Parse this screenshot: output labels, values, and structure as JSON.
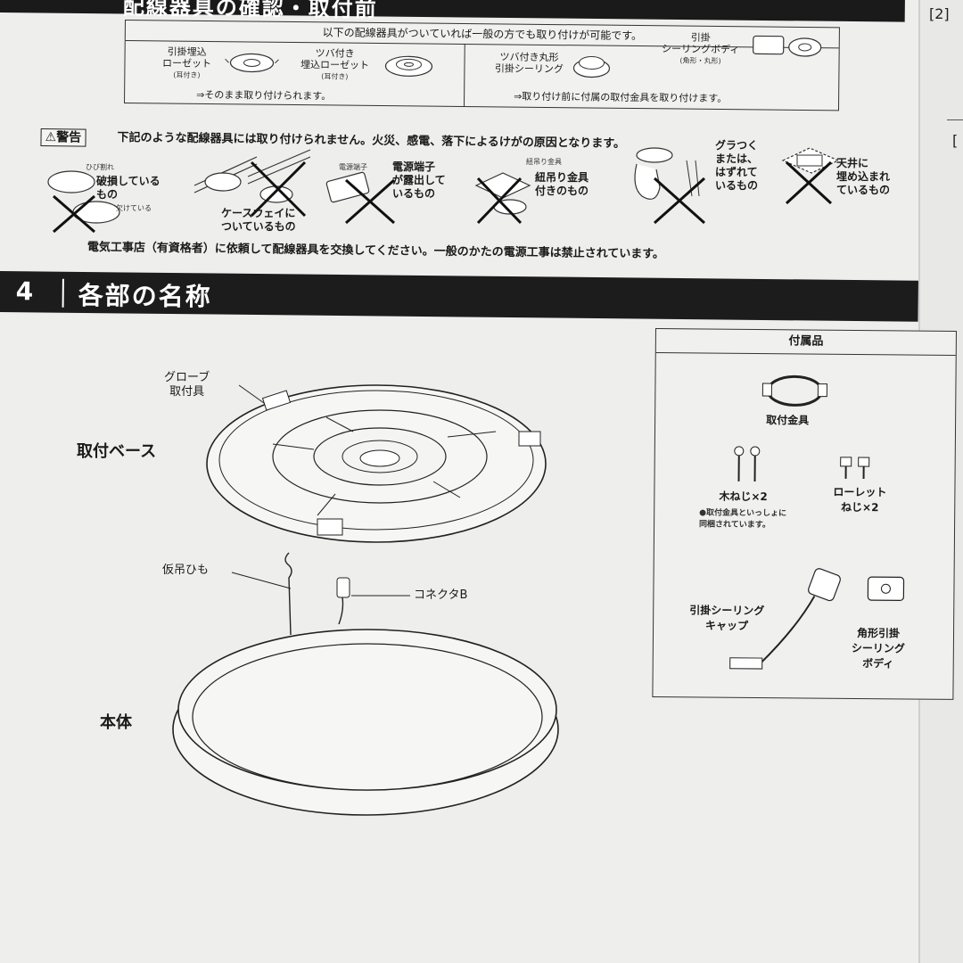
{
  "section3": {
    "title_partial": "配線器具の確認・取付前"
  },
  "ok_box": {
    "heading": "以下の配線器具がついていれば一般の方でも取り付けが可能です。",
    "items_left": [
      {
        "label1": "引掛埋込",
        "label2": "ローゼット",
        "note": "(耳付き)"
      },
      {
        "label1": "ツバ付き",
        "label2": "埋込ローゼット",
        "note": "(耳付き)"
      }
    ],
    "left_footer": "⇒そのまま取り付けられます。",
    "items_right": [
      {
        "label1": "ツバ付き丸形",
        "label2": "引掛シーリング",
        "note": ""
      },
      {
        "label1": "引掛",
        "label2": "シーリングボディ",
        "note": "(角形・丸形)"
      }
    ],
    "right_footer": "⇒取り付け前に付属の取付金具を取り付けます。"
  },
  "warning": {
    "badge": "警告",
    "text": "下記のような配線器具には取り付けられません。火災、感電、落下によるけがの原因となります。",
    "cases": [
      {
        "caption": "破損している\nもの",
        "tag1": "ひび割れ",
        "tag2": "欠けている"
      },
      {
        "caption": "ケースウェイに\nついているもの"
      },
      {
        "caption": "電源端子\nが露出して\nいるもの",
        "tag1": "電源端子"
      },
      {
        "caption": "紐吊り金具\n付きのもの",
        "tag1": "紐吊り金具"
      },
      {
        "caption": "グラつく\nまたは、\nはずれて\nいるもの"
      },
      {
        "caption": "天井に\n埋め込まれ\nているもの"
      }
    ],
    "footer": "電気工事店（有資格者）に依頼して配線器具を交換してください。一般のかたの電源工事は禁止されています。"
  },
  "section4": {
    "number": "4",
    "title": "各部の名称"
  },
  "parts": {
    "globe_mount": "グローブ\n取付具",
    "base": "取付ベース",
    "temp_cord": "仮吊ひも",
    "connector": "コネクタB",
    "body": "本体"
  },
  "accessories": {
    "heading": "付属品",
    "bracket": "取付金具",
    "wood_screw": "木ねじ×2",
    "knurled_screw": "ローレット\nねじ×2",
    "note": "●取付金具といっしょに\n同梱されています。",
    "cap": "引掛シーリング\nキャップ",
    "square_body": "角形引掛\nシーリング\nボディ"
  },
  "side_margin": {
    "page_mark": "[2]",
    "bracket_mark": "["
  }
}
